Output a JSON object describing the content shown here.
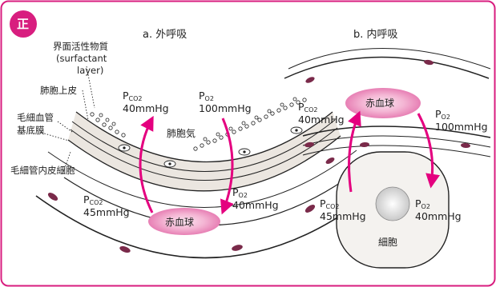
{
  "badge": "正",
  "panel_a": {
    "title": "a.  外呼吸",
    "callouts": {
      "surfactant_jp": "界面活性物質",
      "surfactant_en_1": "(surfactant",
      "surfactant_en_2": "layer)",
      "alveolar_epithelium": "肺胞上皮",
      "capillary_basement_1": "毛細血管",
      "capillary_basement_2": "基底膜",
      "capillary_endothelium": "毛細管内皮細胞"
    },
    "alveolar_gas": "肺胞気",
    "red_cell": "赤血球",
    "pco2_top": {
      "prefix": "P",
      "sub": "CO2",
      "value": "40mmHg"
    },
    "po2_top": {
      "prefix": "P",
      "sub": "O2",
      "value": "100mmHg"
    },
    "pco2_bottom": {
      "prefix": "P",
      "sub": "CO2",
      "value": "45mmHg"
    },
    "po2_bottom": {
      "prefix": "P",
      "sub": "O2",
      "value": "40mmHg"
    }
  },
  "panel_b": {
    "title": "b.  内呼吸",
    "red_cell": "赤血球",
    "cell": "細胞",
    "pco2_top": {
      "prefix": "P",
      "sub": "CO2",
      "value": "40mmHg"
    },
    "po2_top": {
      "prefix": "P",
      "sub": "O2",
      "value": "100mmHg"
    },
    "pco2_bottom": {
      "prefix": "P",
      "sub": "CO2",
      "value": "45mmHg"
    },
    "po2_bottom": {
      "prefix": "P",
      "sub": "O2",
      "value": "40mmHg"
    }
  },
  "colors": {
    "frame": "#d81e7f",
    "arrow": "#e4007f",
    "rbc_fill": "#f2a8cc",
    "nucleus": "#7a2a4a",
    "membrane_band": "#ebe6e0",
    "cell_fill": "#f4f2ef"
  }
}
